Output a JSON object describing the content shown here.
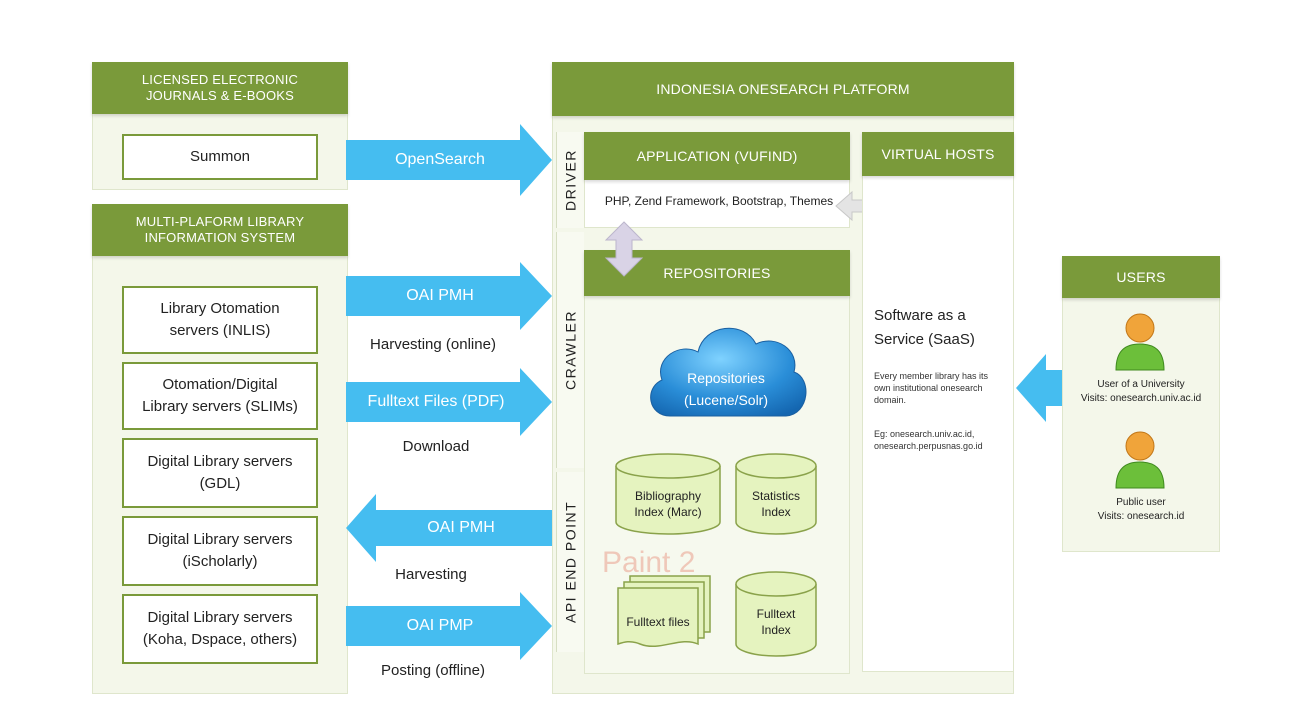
{
  "left": {
    "licensed_title": "LICENSED ELECTRONIC\nJOURNALS & E-BOOKS",
    "summon": "Summon",
    "multi_title": "MULTI-PLAFORM LIBRARY\nINFORMATION SYSTEM",
    "servers": [
      "Library Otomation\nservers (INLIS)",
      "Otomation/Digital\nLibrary servers (SLIMs)",
      "Digital Library servers\n(GDL)",
      "Digital Library servers\n(iScholarly)",
      "Digital Library servers\n(Koha, Dspace, others)"
    ]
  },
  "arrows": {
    "opensearch": "OpenSearch",
    "oai1": "OAI PMH",
    "oai1_caption": "Harvesting (online)",
    "fulltext": "Fulltext Files (PDF)",
    "fulltext_caption": "Download",
    "oai2": "OAI PMH",
    "oai2_caption": "Harvesting",
    "oaipmp": "OAI PMP",
    "oaipmp_caption": "Posting (offline)"
  },
  "platform": {
    "title": "INDONESIA ONESEARCH PLATFORM",
    "driver": "DRIVER",
    "crawler": "CRAWLER",
    "api": "API END POINT",
    "application_title": "APPLICATION (VUFIND)",
    "application_desc": "PHP, Zend Framework, Bootstrap, Themes",
    "repositories_title": "REPOSITORIES",
    "cloud_line1": "Repositories",
    "cloud_line2": "(Lucene/Solr)",
    "cyl_biblio": "Bibliography\nIndex (Marc)",
    "cyl_stats": "Statistics\nIndex",
    "fulltext_files": "Fulltext files",
    "cyl_fulltext": "Fulltext\nIndex",
    "watermark": "Paint 2",
    "virtual_hosts_title": "VIRTUAL HOSTS",
    "saas_title": "Software as a\nService (SaaS)",
    "saas_desc": "Every member library has its own institutional onesearch domain.",
    "saas_eg": "Eg: onesearch.univ.ac.id,\nonesearch.perpusnas.go.id"
  },
  "users": {
    "title": "USERS",
    "user1": "User of a University\nVisits: onesearch.univ.ac.id",
    "user2": "Public user\nVisits: onesearch.id"
  },
  "colors": {
    "header_green": "#7a9a3a",
    "arrow_blue": "#45bdf0",
    "panel_bg": "#f4f7ea",
    "cylinder": "#e5f3bf"
  }
}
